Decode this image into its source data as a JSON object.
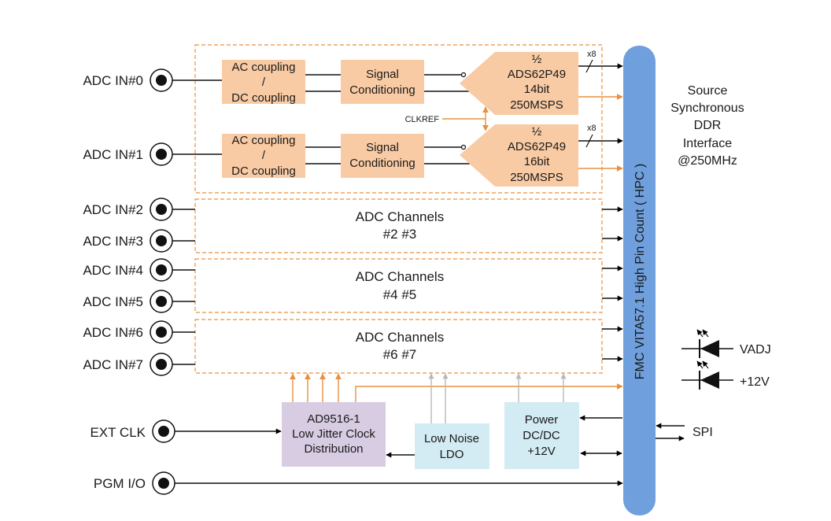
{
  "inputs": [
    {
      "label": "ADC IN#0"
    },
    {
      "label": "ADC IN#1"
    },
    {
      "label": "ADC IN#2"
    },
    {
      "label": "ADC IN#3"
    },
    {
      "label": "ADC IN#4"
    },
    {
      "label": "ADC IN#5"
    },
    {
      "label": "ADC IN#6"
    },
    {
      "label": "ADC IN#7"
    }
  ],
  "ch0": {
    "coupling": [
      "AC coupling",
      "/",
      "DC coupling"
    ],
    "conditioning": [
      "Signal",
      "Conditioning"
    ],
    "adc": [
      "½",
      "ADS62P49",
      "14bit",
      "250MSPS"
    ],
    "bus_width": "x8"
  },
  "ch1": {
    "coupling": [
      "AC coupling",
      "/",
      "DC coupling"
    ],
    "conditioning": [
      "Signal",
      "Conditioning"
    ],
    "adc": [
      "½",
      "ADS62P49",
      "16bit",
      "250MSPS"
    ],
    "bus_width": "x8"
  },
  "clkref_label": "CLKREF",
  "channel_groups": [
    {
      "line1": "ADC Channels",
      "line2": "#2 #3"
    },
    {
      "line1": "ADC Channels",
      "line2": "#4 #5"
    },
    {
      "line1": "ADC Channels",
      "line2": "#6 #7"
    }
  ],
  "ext_clk_label": "EXT CLK",
  "pgm_io_label": "PGM I/O",
  "clock_block": [
    "AD9516-1",
    "Low Jitter Clock",
    "Distribution"
  ],
  "ldo_block": [
    "Low Noise",
    "LDO"
  ],
  "power_block": [
    "Power",
    "DC/DC",
    "+12V"
  ],
  "fmc_label": "FMC VITA57.1 High Pin Count ( HPC )",
  "interface_text": [
    "Source",
    "Synchronous",
    "DDR",
    "Interface",
    "@250MHz"
  ],
  "leds": [
    {
      "label": "VADJ"
    },
    {
      "label": "+12V"
    }
  ],
  "spi_label": "SPI",
  "colors": {
    "orange_fill": "#f9cba4",
    "orange_line": "#e8913f",
    "fmc_blue": "#6f9fdc",
    "clock_purple": "#d8cce3",
    "ldo_blue": "#d3ebf3",
    "gray_arrow": "#b8b8b8"
  }
}
